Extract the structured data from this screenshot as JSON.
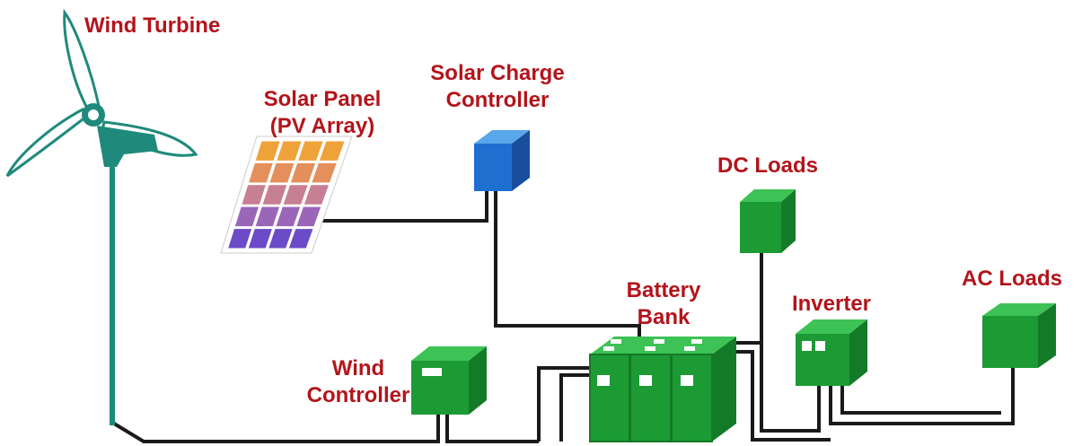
{
  "labels": {
    "wind_turbine": "Wind Turbine",
    "solar_panel_line1": "Solar Panel",
    "solar_panel_line2": "(PV Array)",
    "solar_cc_line1": "Solar Charge",
    "solar_cc_line2": "Controller",
    "dc_loads": "DC Loads",
    "battery_line1": "Battery",
    "battery_line2": "Bank",
    "inverter": "Inverter",
    "ac_loads": "AC Loads",
    "wind_ctrl_line1": "Wind",
    "wind_ctrl_line2": "Controller"
  },
  "colors": {
    "label_text": "#b3141b",
    "box_green": "#1c9b35",
    "box_green_dark": "#137a27",
    "box_green_top": "#3cc255",
    "controller_blue": "#1f6fd1",
    "turbine_teal": "#1f8a7c",
    "wire": "#1a1a1a"
  }
}
